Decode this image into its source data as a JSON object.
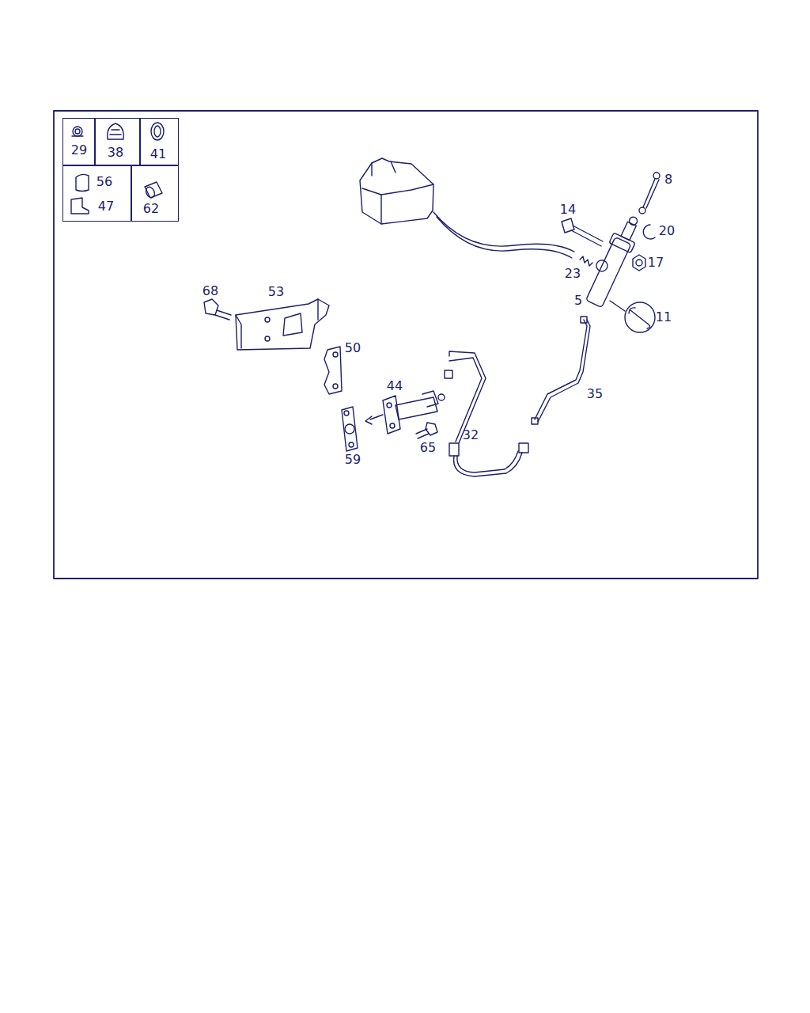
{
  "diagram": {
    "nodes": [
      {
        "text": [
          "29"
        ]
      },
      {
        "text": [
          "38"
        ]
      },
      {
        "text": [
          "41"
        ]
      },
      {
        "text": [
          "56",
          "47"
        ]
      },
      {
        "text": [
          "62"
        ]
      }
    ],
    "labels": [
      "8",
      "14",
      "20",
      "23",
      "17",
      "5",
      "11",
      "68",
      "53",
      "50",
      "44",
      "35",
      "32",
      "65",
      "59"
    ]
  }
}
